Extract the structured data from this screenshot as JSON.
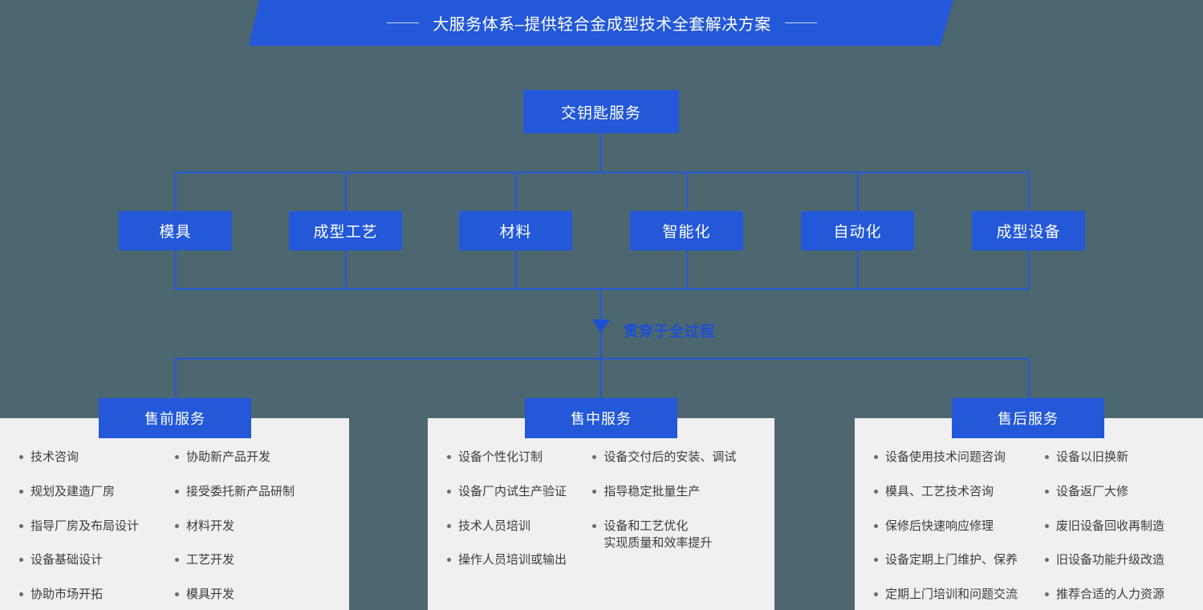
{
  "banner": {
    "text": "大服务体系–提供轻合金成型技术全套解决方案",
    "rule_left": "horizontal-rule",
    "rule_right": "horizontal-rule",
    "color": "#2358d8"
  },
  "root_node": {
    "label": "交钥匙服务"
  },
  "capabilities": [
    {
      "label": "模具"
    },
    {
      "label": "成型工艺"
    },
    {
      "label": "材料"
    },
    {
      "label": "智能化"
    },
    {
      "label": "自动化"
    },
    {
      "label": "成型设备"
    }
  ],
  "arrow": {
    "caption": "贯穿于全过程",
    "icon": "triangle-down-icon",
    "color": "#1b4fd6"
  },
  "services": [
    {
      "title": "售前服务",
      "columns": [
        [
          "技术咨询",
          "规划及建造厂房",
          "指导厂房及布局设计",
          "设备基础设计",
          "协助市场开拓"
        ],
        [
          "协助新产品开发",
          "接受委托新产品研制",
          "材料开发",
          "工艺开发",
          "模具开发"
        ]
      ]
    },
    {
      "title": "售中服务",
      "columns": [
        [
          "设备个性化订制",
          "设备厂内试生产验证",
          "技术人员培训",
          "操作人员培训或输出"
        ],
        [
          "设备交付后的安装、调试",
          "指导稳定批量生产",
          "设备和工艺优化\n实现质量和效率提升"
        ]
      ]
    },
    {
      "title": "售后服务",
      "columns": [
        [
          "设备使用技术问题咨询",
          "模具、工艺技术咨询",
          "保修后快速响应修理",
          "设备定期上门维护、保养",
          "定期上门培训和问题交流"
        ],
        [
          "设备以旧换新",
          "设备返厂大修",
          "废旧设备回收再制造",
          "旧设备功能升级改造",
          "推荐合适的人力资源"
        ]
      ]
    }
  ],
  "theme": {
    "background": "#4c6770",
    "accent": "#2358d8",
    "panel_background": "#f0f0f0",
    "text_on_accent": "#ffffff",
    "list_text": "#3c3c3c"
  }
}
